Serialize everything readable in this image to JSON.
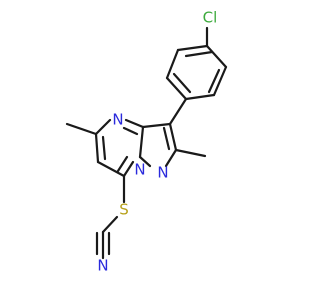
{
  "molecule": {
    "atoms": {
      "chlorine": {
        "text": "Cl",
        "color": "#3daa3d"
      },
      "nitrogen_ring_top": {
        "text": "N",
        "color": "#2a2adc"
      },
      "nitrogen_bridge": {
        "text": "N",
        "color": "#2a2adc"
      },
      "nitrogen_ring_right": {
        "text": "N",
        "color": "#2a2adc"
      },
      "sulfur": {
        "text": "S",
        "color": "#b8a21c"
      },
      "nitrogen_nitrile": {
        "text": "N",
        "color": "#2a2adc"
      }
    },
    "bond_color": "#1a1a1a"
  }
}
